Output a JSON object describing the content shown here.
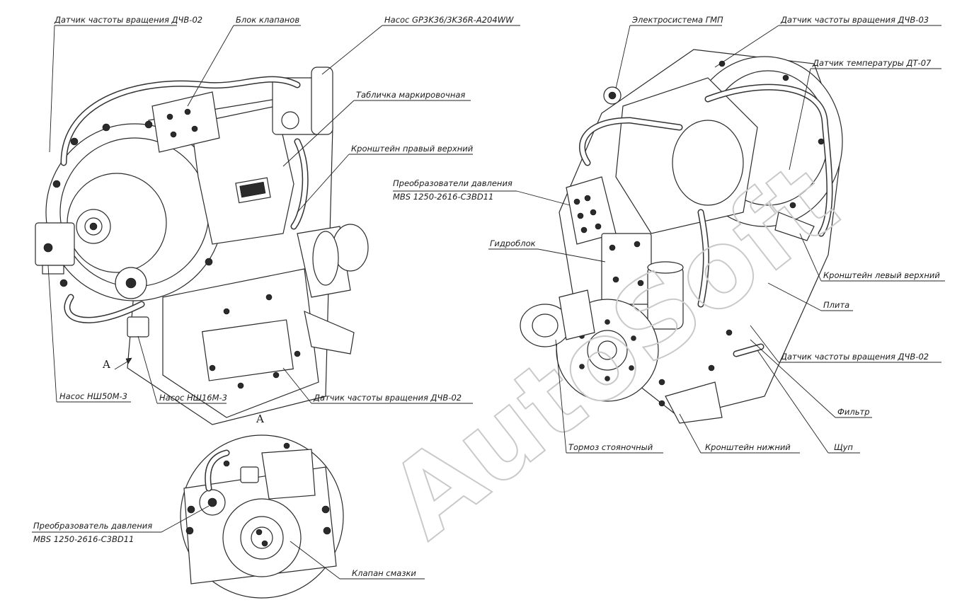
{
  "watermark": "AutoSoft",
  "view_marker": "A",
  "labels": {
    "dchv02_top": "Датчик частоты вращения ДЧВ-02",
    "valve_block": "Блок клапанов",
    "pump_gp": "Насос GP3K36/3K36R-A204WW",
    "marking_plate": "Табличка маркировочная",
    "bracket_right_upper": "Кронштейн правый верхний",
    "pressure_transducers_1": "Преобразователи давления",
    "pressure_transducers_2": "MBS 1250-2616-C3BD11",
    "pump_nsh50": "Насос НШ50М-3",
    "pump_nsh16": "Насос НШ16М-3",
    "dchv02_bottom_left": "Датчик частоты вращения ДЧВ-02",
    "electrosystem": "Электросистема ГМП",
    "dchv03": "Датчик частоты вращения ДЧВ-03",
    "temp_sensor": "Датчик температуры ДТ-07",
    "hydroblock": "Гидроблок",
    "bracket_left_upper": "Кронштейн левый верхний",
    "plate": "Плита",
    "dchv02_right": "Датчик частоты вращения ДЧВ-02",
    "filter": "Фильтр",
    "dipstick": "Щуп",
    "bracket_lower": "Кронштейн нижний",
    "parking_brake": "Тормоз стояночный",
    "pressure_transducer_1": "Преобразователь давления",
    "pressure_transducer_2": "MBS 1250-2616-C3BD11",
    "lube_valve": "Клапан смазки"
  }
}
